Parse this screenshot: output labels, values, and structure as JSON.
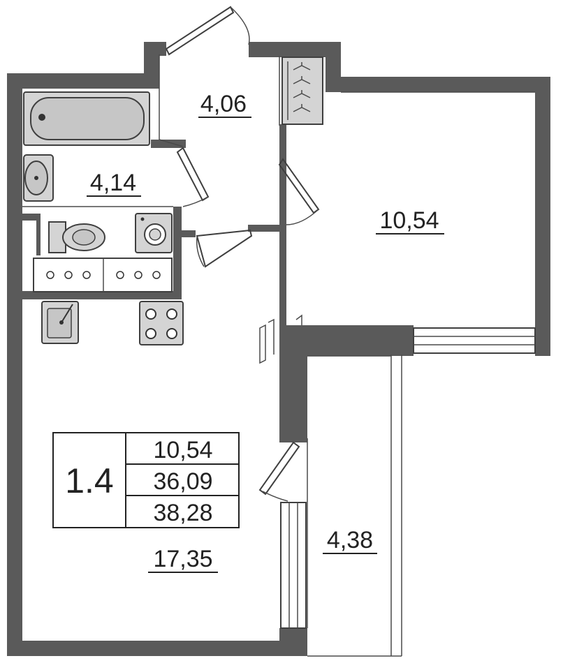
{
  "rooms": {
    "bathroom_area": "4,14",
    "hall_area": "4,06",
    "bedroom_area": "10,54",
    "kitchen_living_area": "17,35",
    "balcony_area": "4,38"
  },
  "summary": {
    "apartment_code": "1.4",
    "living_area": "10,54",
    "total_area": "36,09",
    "total_with_balcony": "38,28"
  },
  "icons": [
    "bathtub-icon",
    "sink-icon",
    "toilet-icon",
    "washing-machine-icon",
    "kitchen-sink-icon",
    "stove-icon",
    "wardrobe-hanger-icon"
  ]
}
